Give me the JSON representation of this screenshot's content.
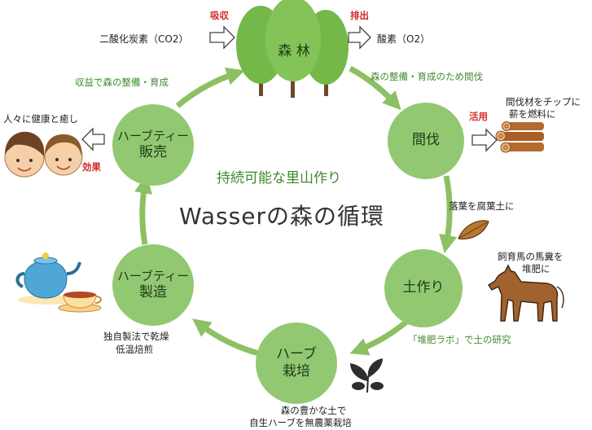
{
  "title": "Wasserの森の循環",
  "subtitle": "持続可能な里山作り",
  "nodes": {
    "forest": "森 林",
    "thinning": "間伐",
    "soil": "土作り",
    "herb_line1": "ハーブ",
    "herb_line2": "栽培",
    "manufacture_line1": "ハーブティー",
    "manufacture_line2": "製造",
    "sales_line1": "ハーブティー",
    "sales_line2": "販売"
  },
  "edges": {
    "forest_to_thinning": "森の整備・育成のため間伐",
    "thinning_to_soil": "落葉を腐葉土に",
    "soil_to_herb": "「堆肥ラボ」で土の研究",
    "herb_note_line1": "森の豊かな土で",
    "herb_note_line2": "自生ハーブを無農薬栽培",
    "manufacture_note_line1": "独自製法で乾燥",
    "manufacture_note_line2": "低温焙煎",
    "sales_to_forest": "収益で森の整備・育成"
  },
  "inputs": {
    "absorb_tag": "吸収",
    "absorb_label": "二酸化炭素（CO2）",
    "emit_tag": "排出",
    "emit_label": "酸素（O2）",
    "use_tag": "活用",
    "use_label_line1": "間伐材をチップに",
    "use_label_line2": "薪を燃料に",
    "effect_tag": "効果",
    "effect_label": "人々に健康と癒し",
    "horse_label_line1": "飼育馬の馬糞を",
    "horse_label_line2": "堆肥に"
  },
  "colors": {
    "node_fill": "#93c873",
    "cycle_arrow": "#8cc063",
    "accent_red": "#d22a2a",
    "label_green": "#3f8a2d"
  },
  "icons": [
    "tree-icon",
    "firewood-icon",
    "leaf-icon",
    "horse-icon",
    "herb-sprout-icon",
    "teapot-icon",
    "teacup-icon",
    "people-faces-icon",
    "outline-arrow-icon"
  ]
}
